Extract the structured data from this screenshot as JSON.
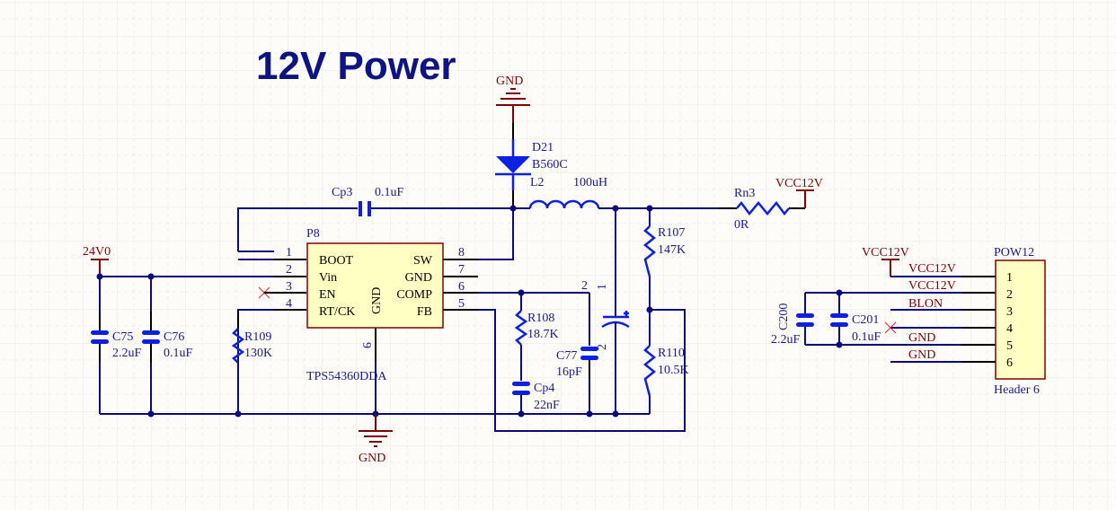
{
  "title": "12V Power",
  "power_ports": {
    "gnd_top": "GND",
    "gnd_bottom": "GND",
    "vin": "24V0",
    "vcc_rn3": "VCC12V",
    "vcc_header": "VCC12V"
  },
  "ic": {
    "designator": "P8",
    "part": "TPS54360DDA",
    "gnd_label": "GND",
    "pins_left": [
      {
        "num": "1",
        "name": "BOOT"
      },
      {
        "num": "2",
        "name": "Vin"
      },
      {
        "num": "3",
        "name": "EN"
      },
      {
        "num": "4",
        "name": "RT/CK"
      }
    ],
    "pins_right": [
      {
        "num": "8",
        "name": "SW"
      },
      {
        "num": "7",
        "name": "GND"
      },
      {
        "num": "6",
        "name": "COMP"
      },
      {
        "num": "5",
        "name": "FB"
      }
    ],
    "pin_bottom": "9"
  },
  "components": {
    "cp3": {
      "ref": "Cp3",
      "value": "0.1uF"
    },
    "d21": {
      "ref": "D21",
      "value": "B560C"
    },
    "l2": {
      "ref": "L2",
      "value": "100uH"
    },
    "rn3": {
      "ref": "Rn3",
      "value": "0R"
    },
    "r107": {
      "ref": "R107",
      "value": "147K"
    },
    "r108": {
      "ref": "R108",
      "value": "18.7K"
    },
    "r109": {
      "ref": "R109",
      "value": "130K"
    },
    "r110": {
      "ref": "R110",
      "value": "10.5K"
    },
    "c75": {
      "ref": "C75",
      "value": "2.2uF"
    },
    "c76": {
      "ref": "C76",
      "value": "0.1uF"
    },
    "c77": {
      "ref": "C77",
      "value": "16pF"
    },
    "cp4": {
      "ref": "Cp4",
      "value": "22nF"
    },
    "c200": {
      "ref": "C200",
      "value": "2.2uF"
    },
    "c201": {
      "ref": "C201",
      "value": "0.1uF"
    },
    "ecap_pin1": "1",
    "ecap_pin2": "2",
    "c77_pin2": "2"
  },
  "header": {
    "designator": "POW12",
    "part": "Header 6",
    "pins": [
      "1",
      "2",
      "3",
      "4",
      "5",
      "6"
    ],
    "nets": [
      "VCC12V",
      "VCC12V",
      "BLON",
      "",
      "GND",
      "GND"
    ]
  }
}
